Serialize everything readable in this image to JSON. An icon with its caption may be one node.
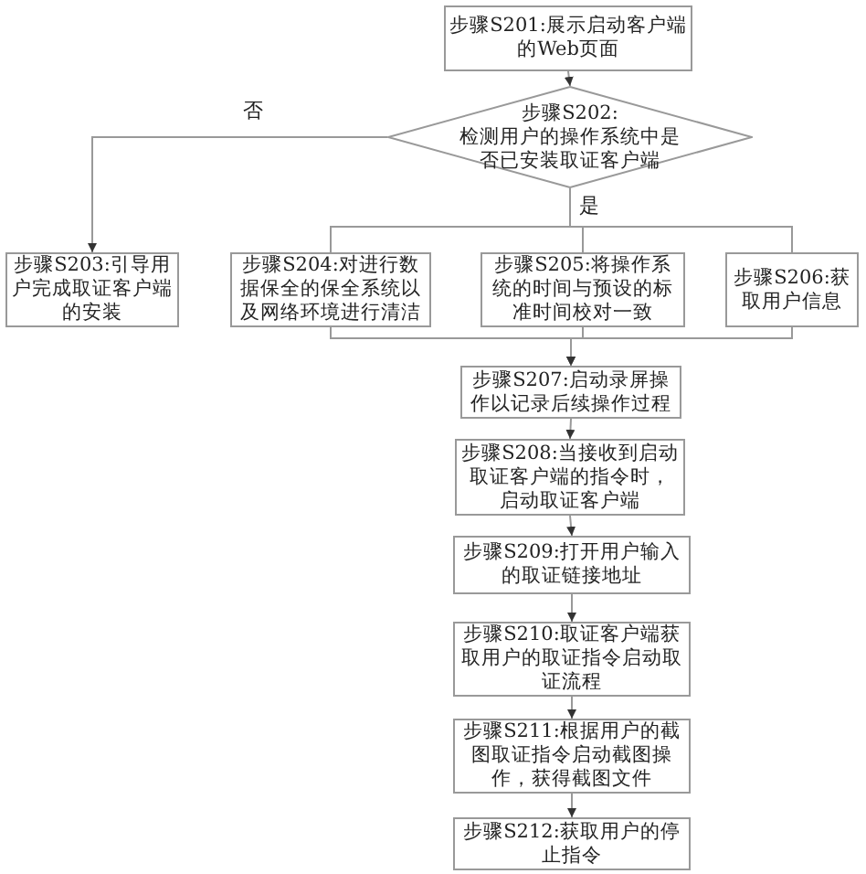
{
  "diagram": {
    "nodes": [
      {
        "text": [
          "步骤S201:展示启动客户端的Web页面"
        ]
      },
      {
        "text": [
          "步骤S202:",
          "检测用户的操作系统中是否已安装取证客户端"
        ]
      },
      {
        "text": [
          "步骤S203:引导用户完成取证客户端的安装"
        ]
      },
      {
        "text": [
          "步骤S204:对进行数据保全的保全系统以及网络环境进行清洁"
        ]
      },
      {
        "text": [
          "步骤S205:将操作系统的时间与预设的标准时间校对一致"
        ]
      },
      {
        "text": [
          "步骤S206:获取用户信息"
        ]
      },
      {
        "text": [
          "步骤S207:启动录屏操作以记录后续操作过程"
        ]
      },
      {
        "text": [
          "步骤S208:当接收到启动取证客户端的指令时，启动取证客户端"
        ]
      },
      {
        "text": [
          "步骤S209:打开用户输入的取证链接地址"
        ]
      },
      {
        "text": [
          "步骤S210:取证客户端获取用户的取证指令启动取证流程"
        ]
      },
      {
        "text": [
          "步骤S211:根据用户的截图取证指令启动截图操作，获得截图文件"
        ]
      },
      {
        "text": [
          "步骤S212:获取用户的停止指令"
        ]
      }
    ],
    "edges": [
      {
        "from": 0,
        "to": 1,
        "arrow": "to"
      },
      {
        "from": 1,
        "to": 2,
        "arrow": "to",
        "label": "否"
      },
      {
        "from": 1,
        "to": 3,
        "arrow": "none"
      },
      {
        "from": 1,
        "to": 4,
        "arrow": "none",
        "label": "是"
      },
      {
        "from": 1,
        "to": 5,
        "arrow": "none"
      },
      {
        "from": 3,
        "to": 6,
        "arrow": "to"
      },
      {
        "from": 4,
        "to": 6,
        "arrow": "to"
      },
      {
        "from": 5,
        "to": 6,
        "arrow": "to"
      },
      {
        "from": 6,
        "to": 7,
        "arrow": "to"
      },
      {
        "from": 7,
        "to": 8,
        "arrow": "to"
      },
      {
        "from": 8,
        "to": 9,
        "arrow": "to"
      },
      {
        "from": 9,
        "to": 10,
        "arrow": "to"
      },
      {
        "from": 10,
        "to": 11,
        "arrow": "to"
      }
    ]
  }
}
